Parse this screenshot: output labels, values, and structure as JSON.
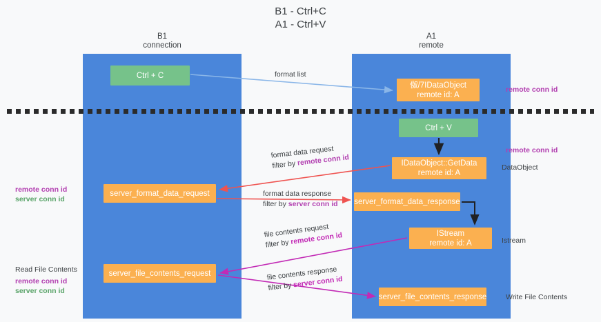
{
  "diagram": {
    "title": "B1 - Ctrl+C\nA1 - Ctrl+V",
    "lanes": [
      {
        "id": "b1",
        "label": "B1\nconnection"
      },
      {
        "id": "a1",
        "label": "A1\nremote"
      }
    ],
    "nodes": {
      "ctrl_c": "Ctrl + C",
      "idataobject": "伮/7IDataObject\nremote id: A",
      "ctrl_v": "Ctrl + V",
      "getdata": "IDataObject::GetData\nremote id: A",
      "server_format_data_request": "server_format_data_request",
      "server_format_data_response": "server_format_data_response",
      "istream": "IStream\nremote id: A",
      "server_file_contents_request": "server_file_contents_request",
      "server_file_contents_response": "server_file_contents_response"
    },
    "edges": {
      "format_list": {
        "line1": "format list",
        "filter_prefix": "",
        "filter_key": ""
      },
      "format_data_request": {
        "line1": "format data request",
        "filter_prefix": "filter by ",
        "filter_key": "remote conn id"
      },
      "format_data_response": {
        "line1": "format data response",
        "filter_prefix": "filter by ",
        "filter_key": "server conn id"
      },
      "file_contents_request": {
        "line1": "file contents request",
        "filter_prefix": "filter by ",
        "filter_key": "remote conn id"
      },
      "file_contents_response": {
        "line1": "file contents response",
        "filter_prefix": "filter by ",
        "filter_key": "server conn id"
      }
    },
    "annotations_right": {
      "remote_conn_id_top": "remote conn id",
      "remote_conn_id_mid": "remote conn id",
      "dataobject": "DataObject",
      "istream": "Istream",
      "write_file_contents": "Write File Contents"
    },
    "annotations_left": {
      "remote_conn_id": "remote conn id",
      "server_conn_id": "server conn id",
      "read_file_contents": "Read File Contents",
      "remote_conn_id_2": "remote conn id",
      "server_conn_id_2": "server conn id"
    },
    "colors": {
      "lane": "#4a86da",
      "green_node": "#76c28a",
      "orange_node": "#fbb050",
      "background": "#f8f9fa",
      "divider": "#2b2b2b",
      "arrow_blue": "#8ab6e8",
      "arrow_red": "#ef5350",
      "arrow_magenta": "#c22ab5",
      "arrow_black": "#202124",
      "highlight_purple": "#b23fb0",
      "highlight_green": "#5aa469"
    }
  }
}
